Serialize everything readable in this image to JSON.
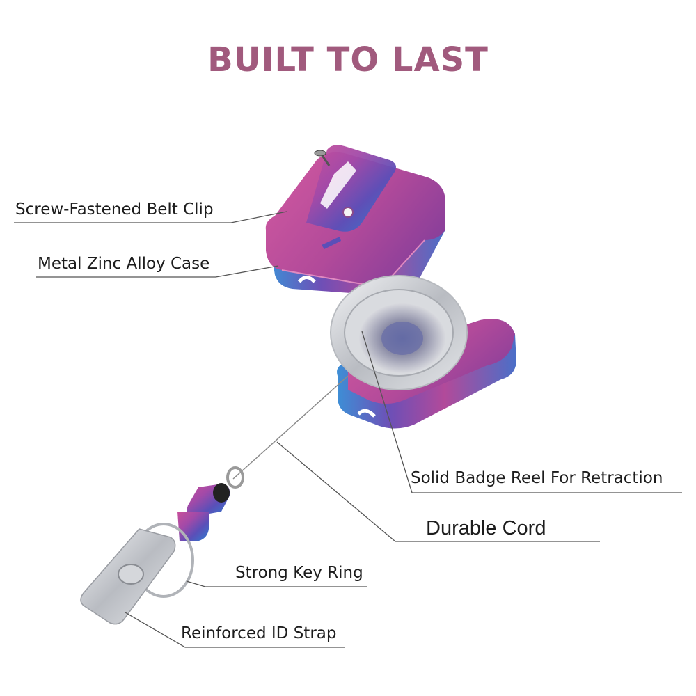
{
  "title": "BUILT TO LAST",
  "colors": {
    "title": "#a15a7d",
    "leader": "#555555",
    "metal_pink": "#c2509a",
    "metal_purple": "#7a3f9c",
    "metal_blue": "#3f6fc8",
    "silver": "#cfd2d6"
  },
  "parts": [
    {
      "id": "belt-clip",
      "label": "Screw-Fastened Belt Clip"
    },
    {
      "id": "case",
      "label": "Metal Zinc Alloy Case"
    },
    {
      "id": "reel",
      "label": "Solid Badge Reel For Retraction"
    },
    {
      "id": "cord",
      "label": "Durable Cord"
    },
    {
      "id": "key-ring",
      "label": "Strong Key Ring"
    },
    {
      "id": "id-strap",
      "label": "Reinforced ID Strap"
    }
  ]
}
